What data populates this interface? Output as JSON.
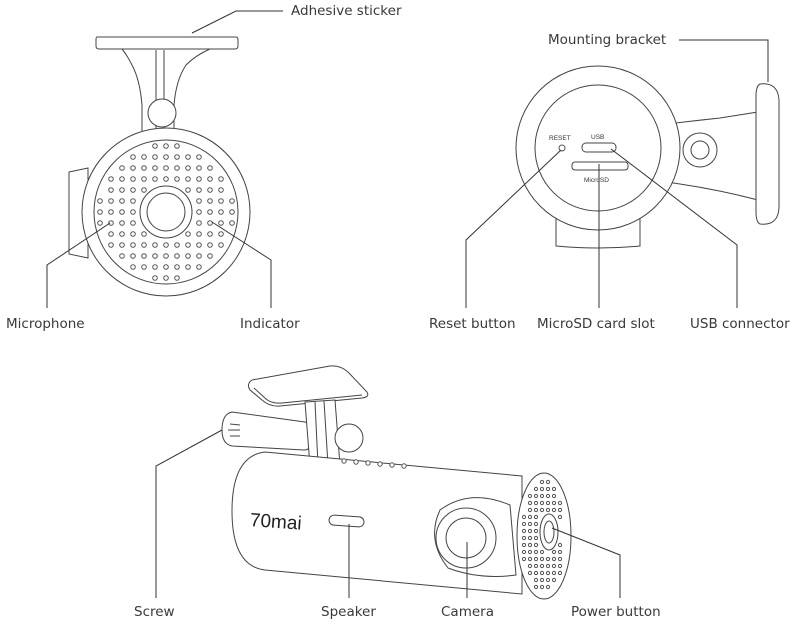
{
  "labels": {
    "adhesive_sticker": "Adhesive sticker",
    "mounting_bracket": "Mounting bracket",
    "microphone": "Microphone",
    "indicator": "Indicator",
    "reset_button": "Reset button",
    "microsd_card_slot": "MicroSD card slot",
    "usb_connector": "USB connector",
    "screw": "Screw",
    "speaker": "Speaker",
    "camera": "Camera",
    "power_button": "Power button"
  },
  "device_text": {
    "reset": "RESET",
    "usb": "USB",
    "microsd": "MicroSD",
    "brand": "70mai"
  }
}
